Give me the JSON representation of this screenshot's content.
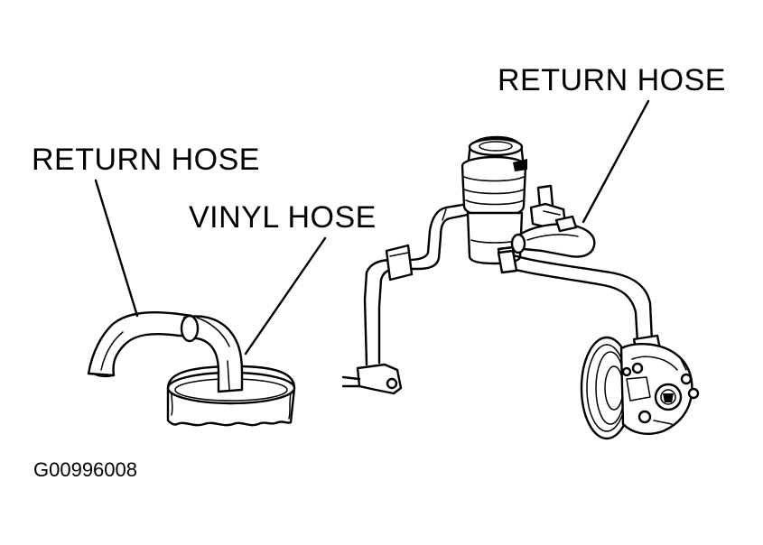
{
  "labels": {
    "return_hose_right": "RETURN HOSE",
    "return_hose_left": "RETURN HOSE",
    "vinyl_hose": "VINYL HOSE"
  },
  "figure_code": "G00996008",
  "colors": {
    "line": "#000000",
    "background": "#ffffff"
  }
}
